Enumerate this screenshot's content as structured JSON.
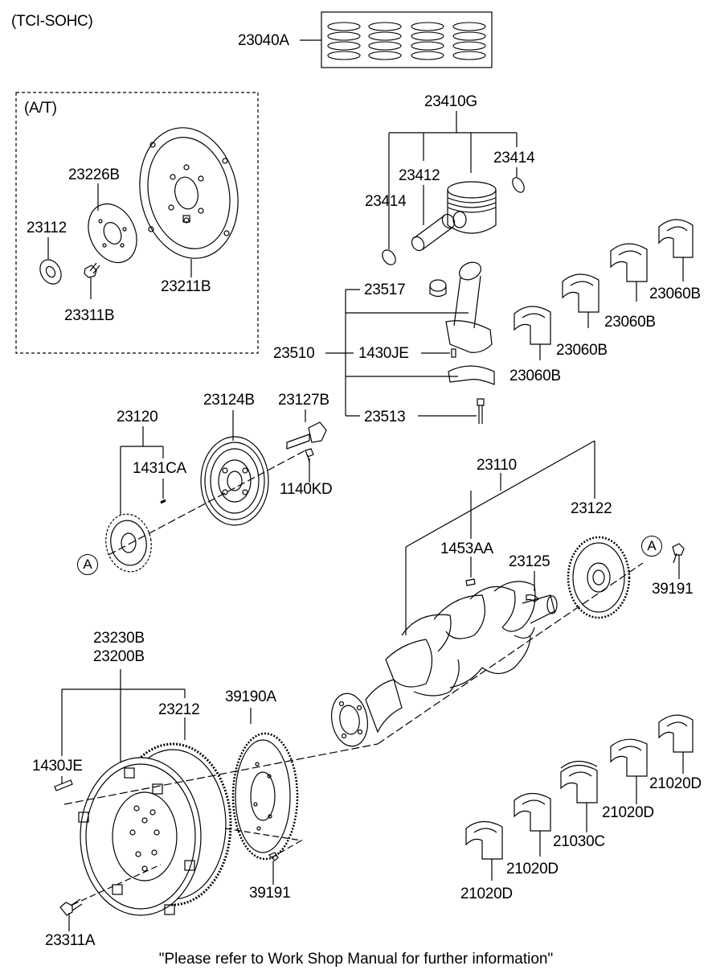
{
  "header": {
    "engine": "(TCI-SOHC)"
  },
  "groups": {
    "at": "(A/T)"
  },
  "markers": {
    "a1": "A",
    "a2": "A"
  },
  "labels": {
    "l23040A": "23040A",
    "l23410G": "23410G",
    "l23414_right": "23414",
    "l23412": "23412",
    "l23414_left": "23414",
    "l23226B": "23226B",
    "l23112": "23112",
    "l23211B": "23211B",
    "l23311B": "23311B",
    "l23517": "23517",
    "l23510": "23510",
    "l1430JE_top": "1430JE",
    "l23513": "23513",
    "l23060B_1": "23060B",
    "l23060B_2": "23060B",
    "l23060B_3": "23060B",
    "l23060B_4": "23060B",
    "l23120": "23120",
    "l23124B": "23124B",
    "l23127B": "23127B",
    "l1431CA": "1431CA",
    "l1140KD": "1140KD",
    "l23110": "23110",
    "l23122": "23122",
    "l1453AA": "1453AA",
    "l23125": "23125",
    "l39191_right": "39191",
    "l23230B": "23230B",
    "l23200B": "23200B",
    "l23212": "23212",
    "l39190A": "39190A",
    "l1430JE_bottom": "1430JE",
    "l39191_bottom": "39191",
    "l23311A": "23311A",
    "l21020D_1": "21020D",
    "l21020D_2": "21020D",
    "l21030C": "21030C",
    "l21020D_3": "21020D",
    "l21020D_4": "21020D"
  },
  "footer": {
    "note": "\"Please refer to Work Shop Manual for further information\""
  }
}
